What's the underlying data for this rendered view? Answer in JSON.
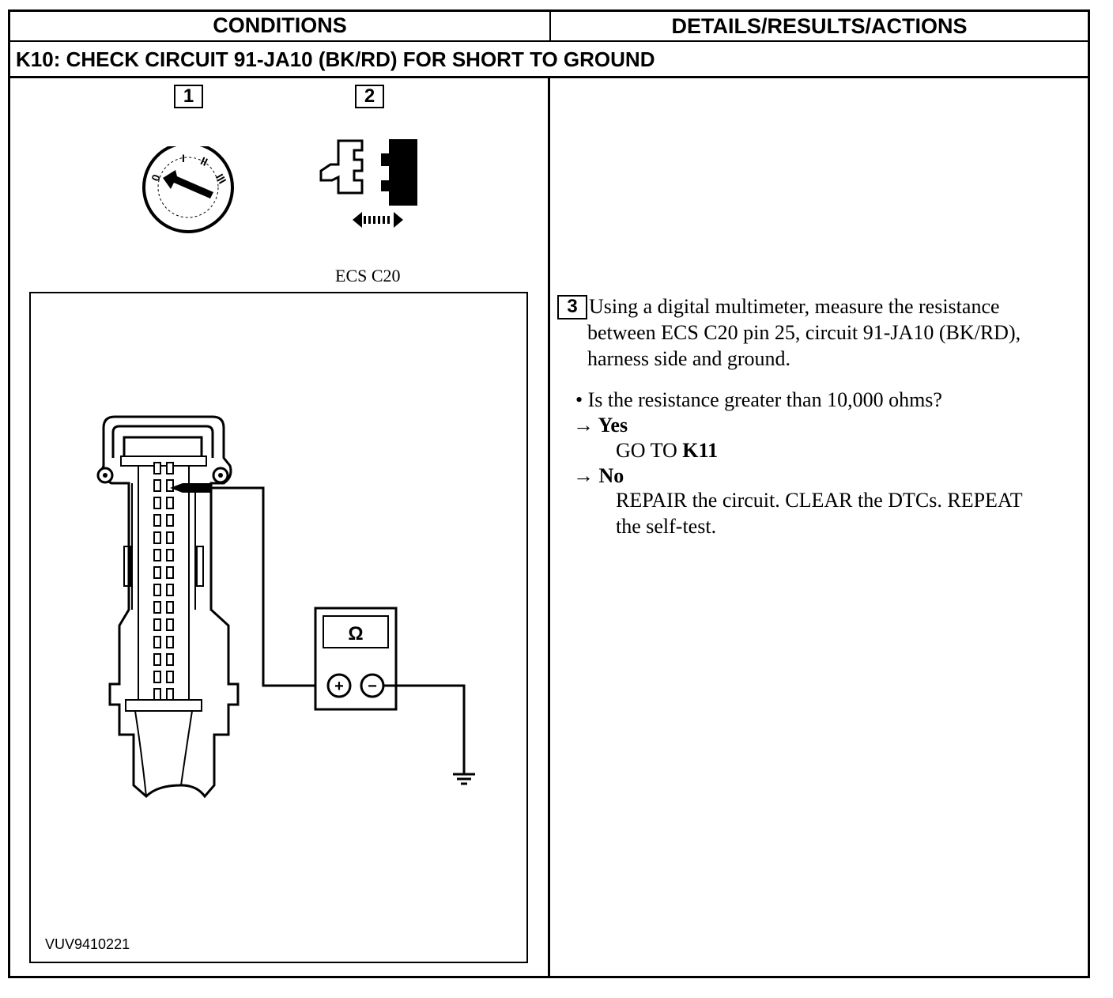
{
  "header": {
    "conditions": "CONDITIONS",
    "details": "DETAILS/RESULTS/ACTIONS"
  },
  "step_title": "K10: CHECK CIRCUIT 91-JA10 (BK/RD) FOR SHORT TO GROUND",
  "conditions": {
    "step1_number": "1",
    "step2_number": "2",
    "ignition_positions": [
      "0",
      "I",
      "II",
      "III"
    ],
    "connector_label": "ECS C20",
    "meter_symbol": "Ω",
    "meter_plus": "+",
    "meter_minus": "−",
    "figure_id": "VUV9410221"
  },
  "details": {
    "step_number": "3",
    "instruction_lines": [
      "Using a digital multimeter, measure the resistance",
      "between ECS C20 pin 25, circuit 91-JA10 (BK/RD),",
      "harness side and ground."
    ],
    "question": "• Is the resistance greater than 10,000 ohms?",
    "yes_label": "→ Yes",
    "yes_action_prefix": "GO TO ",
    "yes_action_target": "K11",
    "no_label": "→ No",
    "no_action_lines": [
      "REPAIR the circuit. CLEAR the DTCs. REPEAT",
      "the self-test."
    ]
  }
}
